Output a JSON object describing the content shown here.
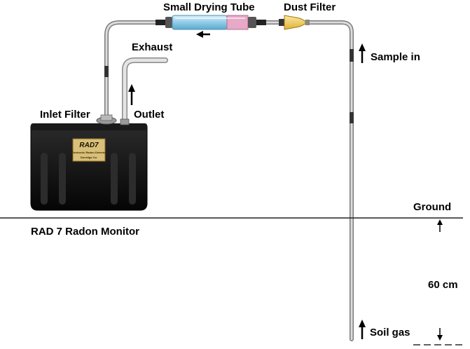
{
  "labels": {
    "small_drying_tube": "Small Drying Tube",
    "dust_filter": "Dust Filter",
    "exhaust": "Exhaust",
    "sample_in": "Sample in",
    "inlet_filter": "Inlet Filter",
    "outlet": "Outlet",
    "ground": "Ground",
    "rad7_monitor": "RAD 7 Radon Monitor",
    "depth": "60 cm",
    "soil_gas": "Soil gas"
  },
  "device_plate": {
    "title": "RAD7",
    "line1": "Electronic Radon Detector",
    "line2": "Durridge Co."
  },
  "colors": {
    "case": "#111111",
    "tube": "#c8c8c8",
    "drying_tube": "#a8d8ee",
    "drying_tube_end": "#e8a8c8",
    "dust_filter": "#f2cf62",
    "plate": "#d8bf7a"
  }
}
